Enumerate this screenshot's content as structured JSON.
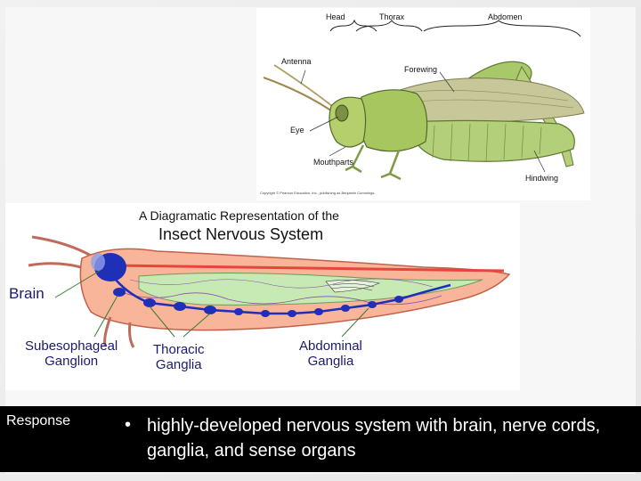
{
  "hopper": {
    "labels": {
      "head": "Head",
      "thorax": "Thorax",
      "abdomen": "Abdomen",
      "antenna": "Antenna",
      "forewing": "Forewing",
      "eye": "Eye",
      "mouthparts": "Mouthparts",
      "hindwing": "Hindwing"
    },
    "copyright": "Copyright © Pearson Education, Inc., publishing as Benjamin Cummings."
  },
  "nervous_system": {
    "title_line1": "A Diagramatic Representation of the",
    "title_line2": "Insect Nervous System",
    "labels": {
      "brain": "Brain",
      "subesophageal_1": "Subesophageal",
      "subesophageal_2": "Ganglion",
      "thoracic_1": "Thoracic",
      "thoracic_2": "Ganglia",
      "abdominal_1": "Abdominal",
      "abdominal_2": "Ganglia"
    },
    "colors": {
      "body": "#f9b59a",
      "gut": "#c7e9b4",
      "nerve": "#1f2fb8",
      "vessel": "#e8453c"
    }
  },
  "footer": {
    "label": "Response",
    "bullet": "•",
    "text": "highly-developed nervous system with brain, nerve cords, ganglia, and sense organs"
  }
}
